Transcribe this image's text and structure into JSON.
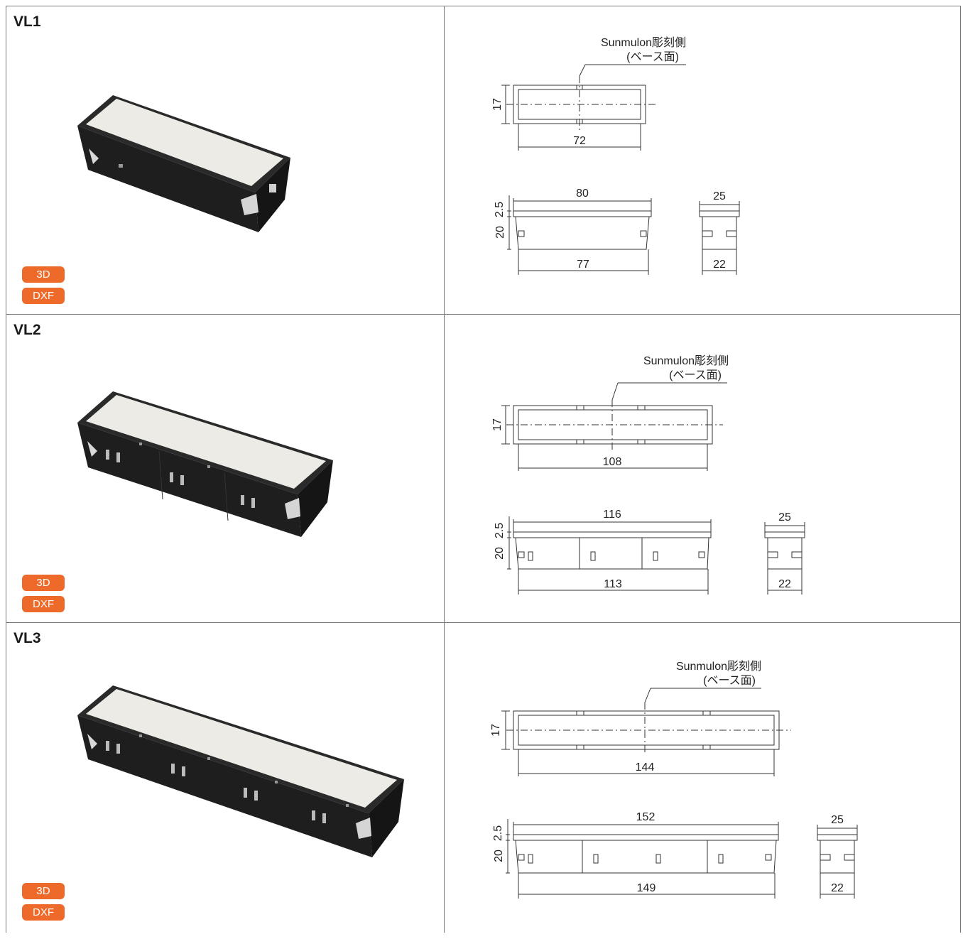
{
  "rows": [
    {
      "model": "VL1",
      "btn_3d": "3D",
      "btn_dxf": "DXF",
      "engraving_label": "Sunmulon彫刻側",
      "engraving_sub": "(ベース面)",
      "top_height": "17",
      "top_width": "72",
      "side_width": "80",
      "side_top": "2.5",
      "side_height": "20",
      "side_bottom": "77",
      "end_width": "25",
      "end_bottom": "22"
    },
    {
      "model": "VL2",
      "btn_3d": "3D",
      "btn_dxf": "DXF",
      "engraving_label": "Sunmulon彫刻側",
      "engraving_sub": "(ベース面)",
      "top_height": "17",
      "top_width": "108",
      "side_width": "116",
      "side_top": "2.5",
      "side_height": "20",
      "side_bottom": "113",
      "end_width": "25",
      "end_bottom": "22"
    },
    {
      "model": "VL3",
      "btn_3d": "3D",
      "btn_dxf": "DXF",
      "engraving_label": "Sunmulon彫刻側",
      "engraving_sub": "(ベース面)",
      "top_height": "17",
      "top_width": "144",
      "side_width": "152",
      "side_top": "2.5",
      "side_height": "20",
      "side_bottom": "149",
      "end_width": "25",
      "end_bottom": "22"
    }
  ]
}
